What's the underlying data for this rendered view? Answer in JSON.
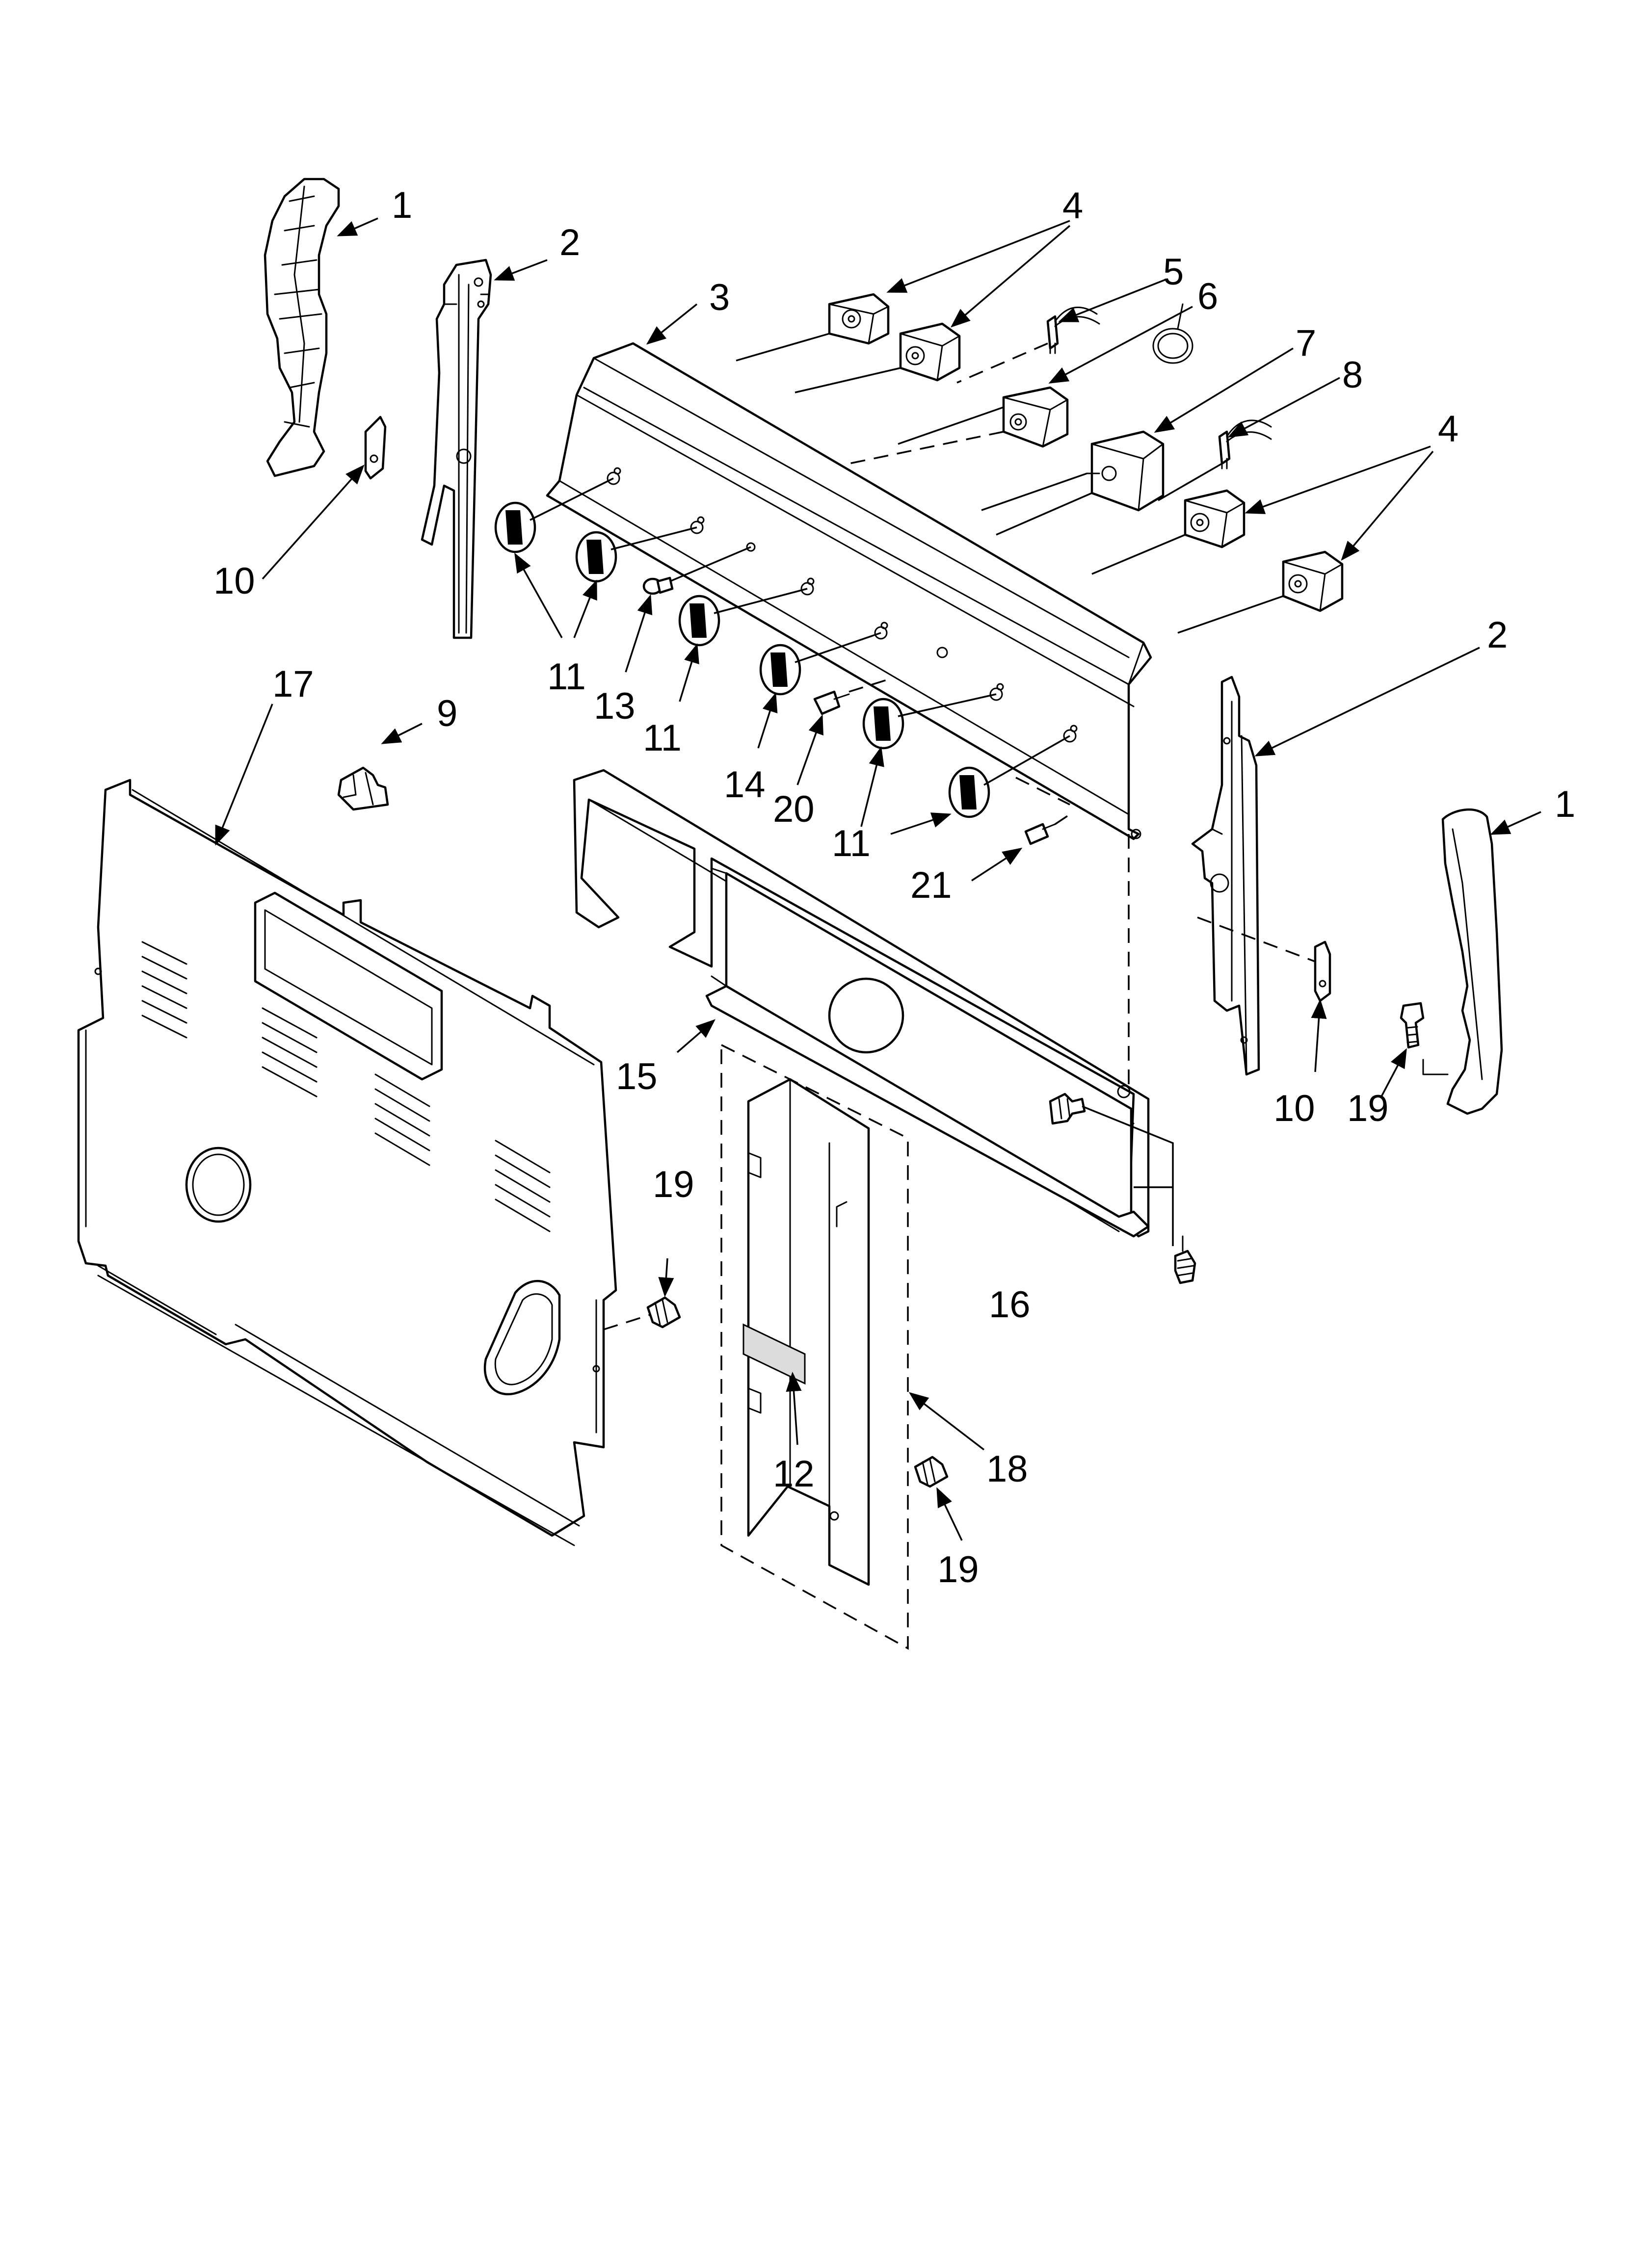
{
  "callouts": [
    {
      "id": "c1a",
      "text": "1"
    },
    {
      "id": "c1b",
      "text": "1"
    },
    {
      "id": "c2a",
      "text": "2"
    },
    {
      "id": "c2b",
      "text": "2"
    },
    {
      "id": "c3",
      "text": "3"
    },
    {
      "id": "c4a",
      "text": "4"
    },
    {
      "id": "c4b",
      "text": "4"
    },
    {
      "id": "c5",
      "text": "5"
    },
    {
      "id": "c6",
      "text": "6"
    },
    {
      "id": "c7",
      "text": "7"
    },
    {
      "id": "c8",
      "text": "8"
    },
    {
      "id": "c9",
      "text": "9"
    },
    {
      "id": "c10a",
      "text": "10"
    },
    {
      "id": "c10b",
      "text": "10"
    },
    {
      "id": "c11a",
      "text": "11"
    },
    {
      "id": "c11b",
      "text": "11"
    },
    {
      "id": "c11c",
      "text": "11"
    },
    {
      "id": "c12",
      "text": "12"
    },
    {
      "id": "c13",
      "text": "13"
    },
    {
      "id": "c14",
      "text": "14"
    },
    {
      "id": "c15",
      "text": "15"
    },
    {
      "id": "c16",
      "text": "16"
    },
    {
      "id": "c17",
      "text": "17"
    },
    {
      "id": "c18",
      "text": "18"
    },
    {
      "id": "c19a",
      "text": "19"
    },
    {
      "id": "c19b",
      "text": "19"
    },
    {
      "id": "c19c",
      "text": "19"
    },
    {
      "id": "c20",
      "text": "20"
    },
    {
      "id": "c21",
      "text": "21"
    }
  ]
}
